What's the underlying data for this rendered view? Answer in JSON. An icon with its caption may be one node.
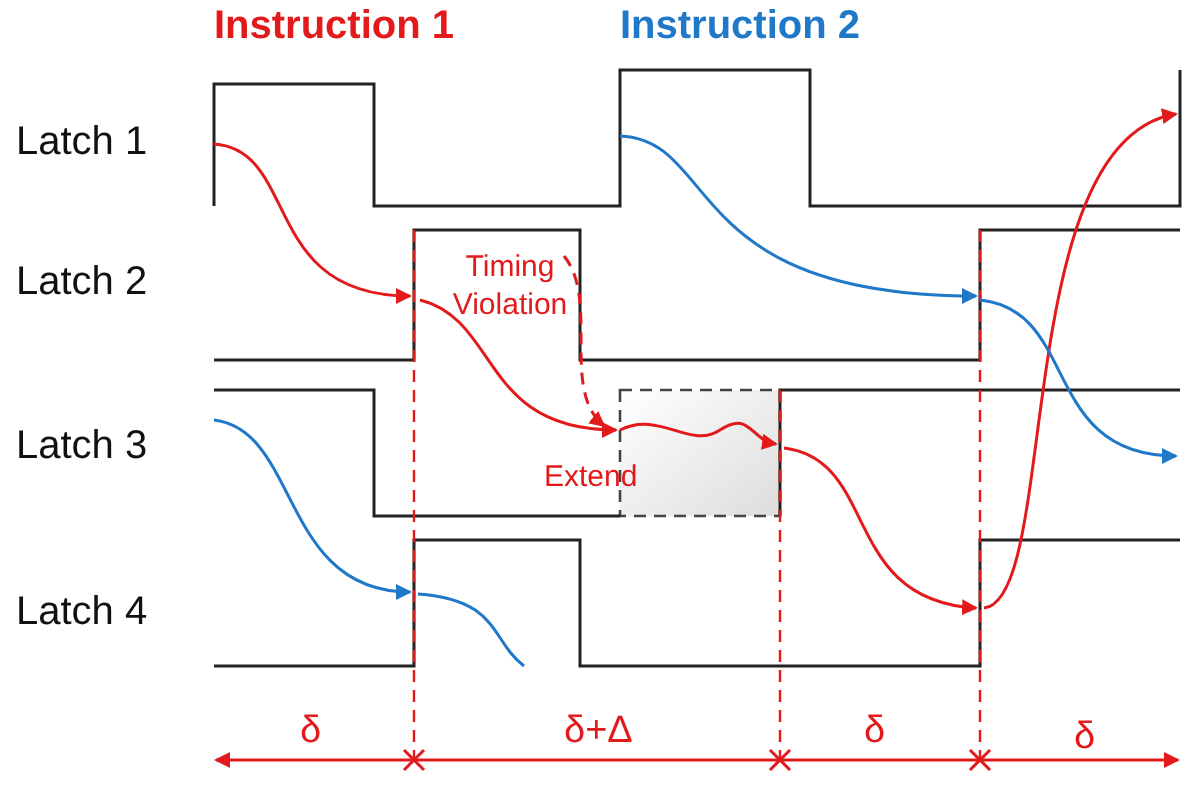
{
  "diagram": {
    "labels": [
      "Instruction 1",
      "Instruction 2",
      "Latch 1",
      "Latch 2",
      "Timing Violation",
      "Latch 3",
      "Extend",
      "Latch 4",
      "δ",
      "δ+Δ",
      "δ",
      "δ"
    ]
  }
}
